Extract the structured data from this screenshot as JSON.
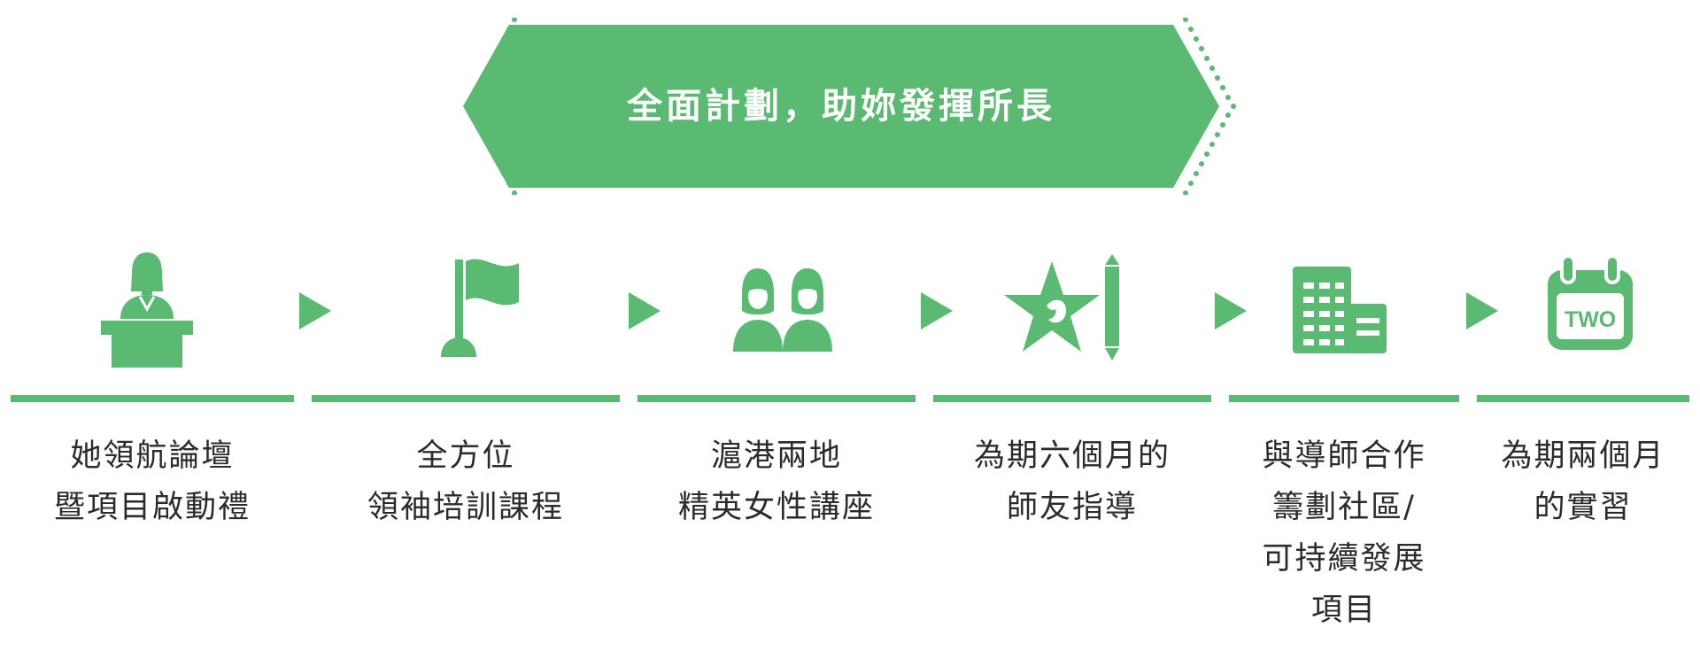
{
  "banner": {
    "title": "全面計劃，助妳發揮所長"
  },
  "colors": {
    "accent": "#5aba72",
    "text": "#2b2b2b",
    "background": "#ffffff"
  },
  "steps": [
    {
      "icon": "podium-speaker-icon",
      "lines": [
        "她領航論壇",
        "暨項目啟動禮"
      ]
    },
    {
      "icon": "flag-icon",
      "lines": [
        "全方位",
        "領袖培訓課程"
      ]
    },
    {
      "icon": "two-women-icon",
      "lines": [
        "滬港兩地",
        "精英女性講座"
      ]
    },
    {
      "icon": "star-pencil-icon",
      "lines": [
        "為期六個月的",
        "師友指導"
      ]
    },
    {
      "icon": "building-icon",
      "lines": [
        "與導師合作",
        "籌劃社區/",
        "可持續發展",
        "項目"
      ]
    },
    {
      "icon": "calendar-two-icon",
      "lines": [
        "為期兩個月",
        "的實習"
      ],
      "calendar_text": "TWO"
    }
  ]
}
